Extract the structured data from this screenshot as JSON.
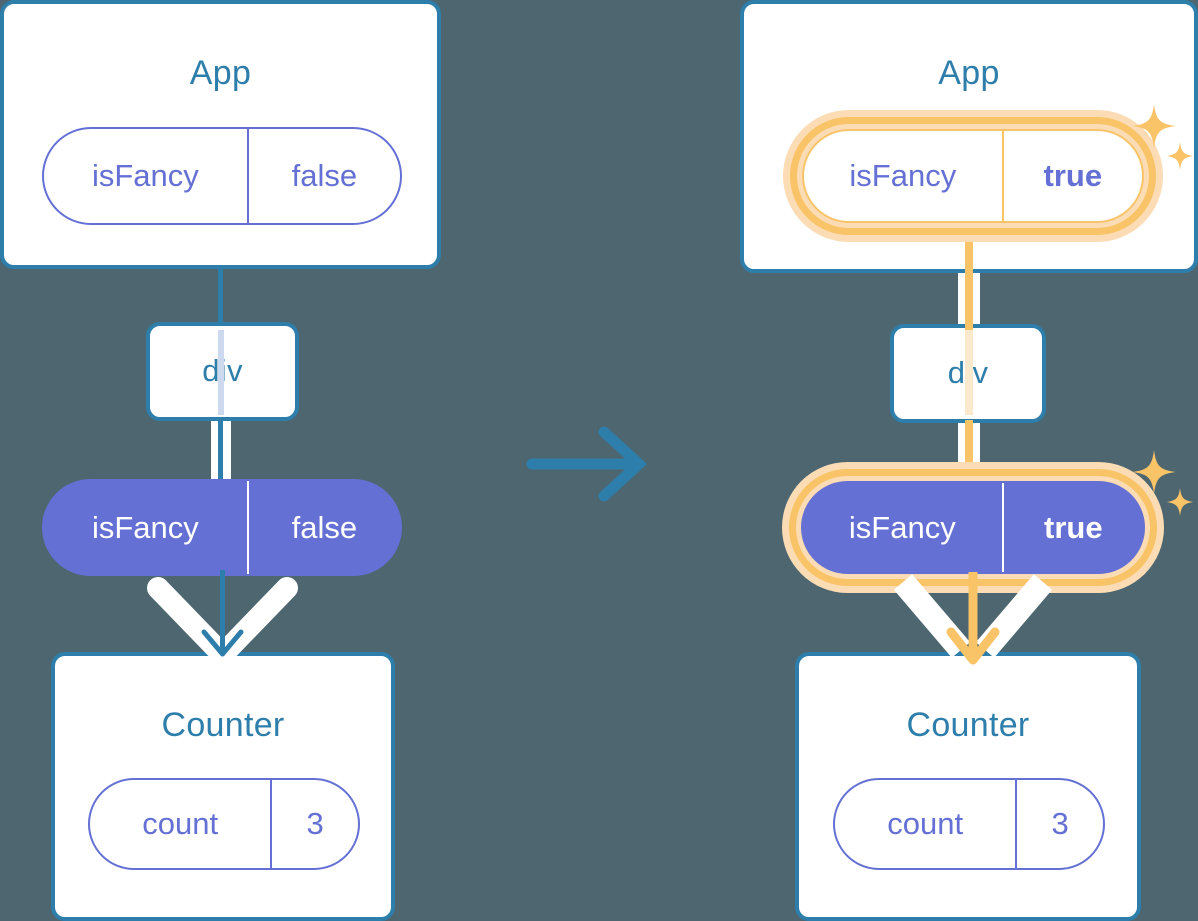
{
  "diagram": {
    "title": "React state propagation: isFancy false to true",
    "background_color": "#4d6670",
    "colors": {
      "component_blue": "#2e7eab",
      "state_purple": "#6470d4",
      "highlight_orange": "#f9c368",
      "highlight_glow": "#fbdcb4",
      "white": "#ffffff"
    }
  },
  "left": {
    "app": {
      "title": "App",
      "state": {
        "name": "isFancy",
        "value": "false",
        "highlighted": false,
        "style": "outline"
      }
    },
    "div": {
      "label": "div"
    },
    "prop": {
      "name": "isFancy",
      "value": "false",
      "highlighted": false,
      "style": "filled"
    },
    "counter": {
      "title": "Counter",
      "state": {
        "name": "count",
        "value": "3",
        "highlighted": false,
        "style": "outline"
      }
    },
    "arrow": {
      "direction": "down",
      "color": "#2e7eab"
    }
  },
  "right": {
    "app": {
      "title": "App",
      "state": {
        "name": "isFancy",
        "value": "true",
        "highlighted": true,
        "style": "outline"
      },
      "sparkle": "sparkle-icon"
    },
    "div": {
      "label": "div"
    },
    "prop": {
      "name": "isFancy",
      "value": "true",
      "highlighted": true,
      "style": "filled",
      "sparkle": "sparkle-icon"
    },
    "counter": {
      "title": "Counter",
      "state": {
        "name": "count",
        "value": "3",
        "highlighted": false,
        "style": "outline"
      }
    },
    "arrow": {
      "direction": "down",
      "color": "#f9c368"
    }
  },
  "transition": {
    "icon": "arrow-right-icon",
    "color": "#2e7eab"
  }
}
